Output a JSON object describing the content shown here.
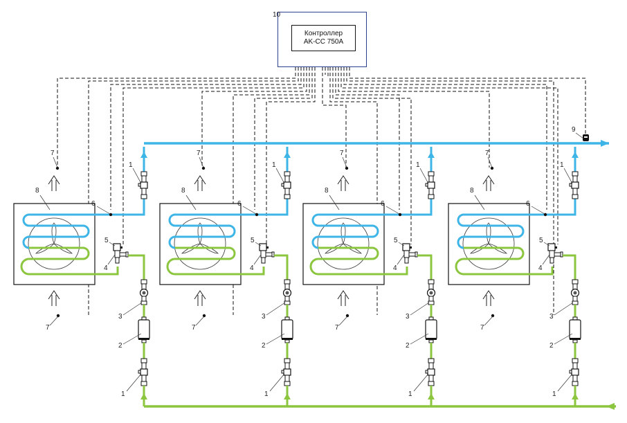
{
  "controller": {
    "callout": "10",
    "line1": "Контроллер",
    "line2": "AK-CC 750A"
  },
  "colors": {
    "suction_line": "#3db5e6",
    "liquid_line": "#8cc63f",
    "wiring": "#111111",
    "controller_border": "#2b3f8f"
  },
  "callouts": {
    "ball_valve": "1",
    "filter_drier": "2",
    "sight_glass": "3",
    "expansion_valve": "4",
    "solenoid_valve": "5",
    "evaporator_sensor": "6",
    "air_sensor": "7",
    "evaporator": "8",
    "pressure_transmitter": "9"
  },
  "units": [
    {
      "id": "evaporator-1"
    },
    {
      "id": "evaporator-2"
    },
    {
      "id": "evaporator-3"
    },
    {
      "id": "evaporator-4"
    }
  ]
}
